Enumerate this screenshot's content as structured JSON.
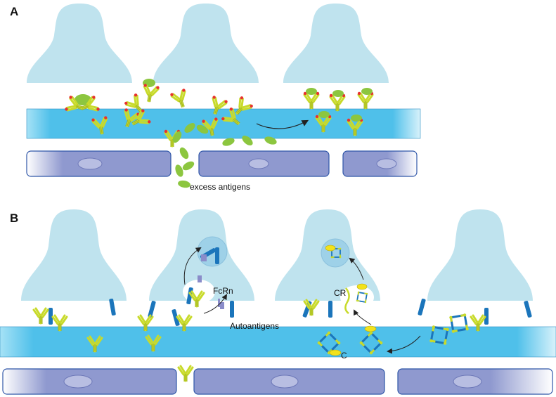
{
  "panels": [
    {
      "label": "A"
    },
    {
      "label": "B"
    }
  ],
  "annotations": {
    "excess_antigens": "excess antigens",
    "fcrn": "FcRn",
    "autoantigens": "Autoantigens",
    "cr": "CR",
    "c": "C"
  },
  "colors": {
    "cell": "#bfe3ee",
    "cell_stroke": "#a9d4e2",
    "vessel": "#4fc0ea",
    "vessel_light": "#a6e2f6",
    "endothelium": "#8f99cf",
    "endothelium_stroke": "#2f56a8",
    "antibody": "#c8da2b",
    "antigen": "#8cc63f",
    "autoantigen": "#1b75bb",
    "fcrn": "#8a8cc9",
    "complement": "#f2e21b",
    "epitope": "#e8312f"
  },
  "icons": [
    "antibody-icon",
    "antigen-icon",
    "autoantigen-icon",
    "fcrn-receptor-icon",
    "complement-icon",
    "vesicle-icon"
  ]
}
